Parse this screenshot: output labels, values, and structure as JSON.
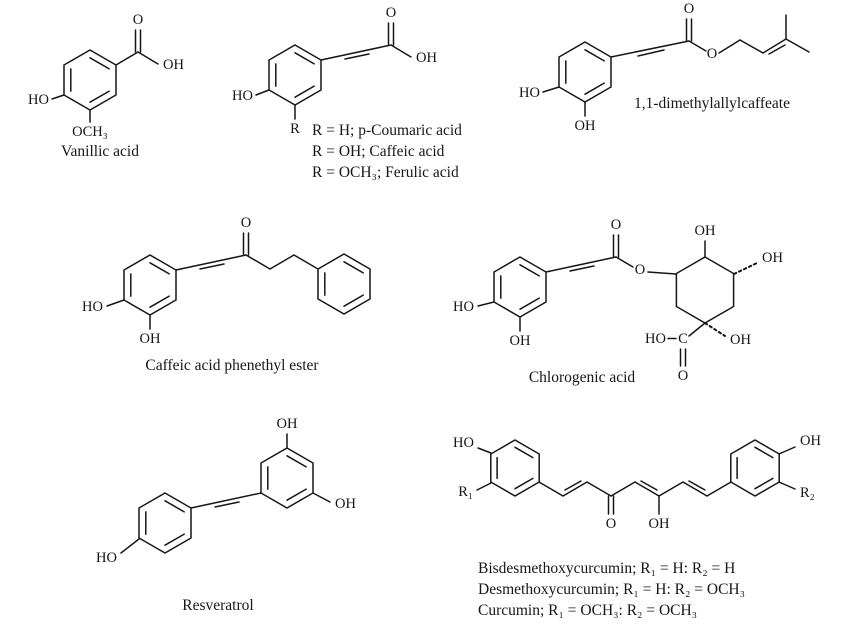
{
  "figure": {
    "background": "#ffffff",
    "ink": "#161616"
  },
  "molecules": {
    "vanillic": {
      "caption": "Vanillic acid",
      "labels": {
        "carbonyl_o": "O",
        "acid_oh": "OH",
        "ho": "HO",
        "och3": "OCH₃"
      }
    },
    "coumaric_family": {
      "labels": {
        "carbonyl_o": "O",
        "acid_oh": "OH",
        "ho": "HO",
        "r": "R"
      },
      "r_lines": [
        "R = H;  p-Coumaric acid",
        "R = OH; Caffeic acid",
        "R = OCH₃; Ferulic acid"
      ]
    },
    "dimethylallyl_caffeate": {
      "caption": "1,1-dimethylallylcaffeate",
      "labels": {
        "carbonyl_o": "O",
        "ester_o": "O",
        "ho": "HO",
        "oh": "OH"
      }
    },
    "cape": {
      "caption": "Caffeic acid phenethyl ester",
      "labels": {
        "carbonyl_o": "O",
        "ho": "HO",
        "oh": "OH"
      }
    },
    "chlorogenic": {
      "caption": "Chlorogenic acid",
      "labels": {
        "ho": "HO",
        "oh": "OH",
        "carbonyl_o": "O",
        "ester_o": "O",
        "quinic_oh_top": "OH",
        "quinic_oh_right": "OH",
        "quinic_oh_c1": "OH",
        "acid_ho": "HO",
        "acid_c": "C",
        "acid_o": "O"
      }
    },
    "resveratrol": {
      "caption": "Resveratrol",
      "labels": {
        "ho": "HO",
        "oh_top": "OH",
        "oh_right": "OH"
      }
    },
    "curcuminoids": {
      "labels": {
        "ho": "HO",
        "r1": "R₁",
        "keto_o": "O",
        "enol_oh": "OH",
        "oh": "OH",
        "r2": "R₂"
      },
      "variant_lines": [
        "Bisdesmethoxycurcumin; R₁ = H: R₂ = H",
        "Desmethoxycurcumin; R₁ = H: R₂ = OCH₃",
        "Curcumin; R₁ = OCH₃: R₂ = OCH₃"
      ]
    }
  }
}
